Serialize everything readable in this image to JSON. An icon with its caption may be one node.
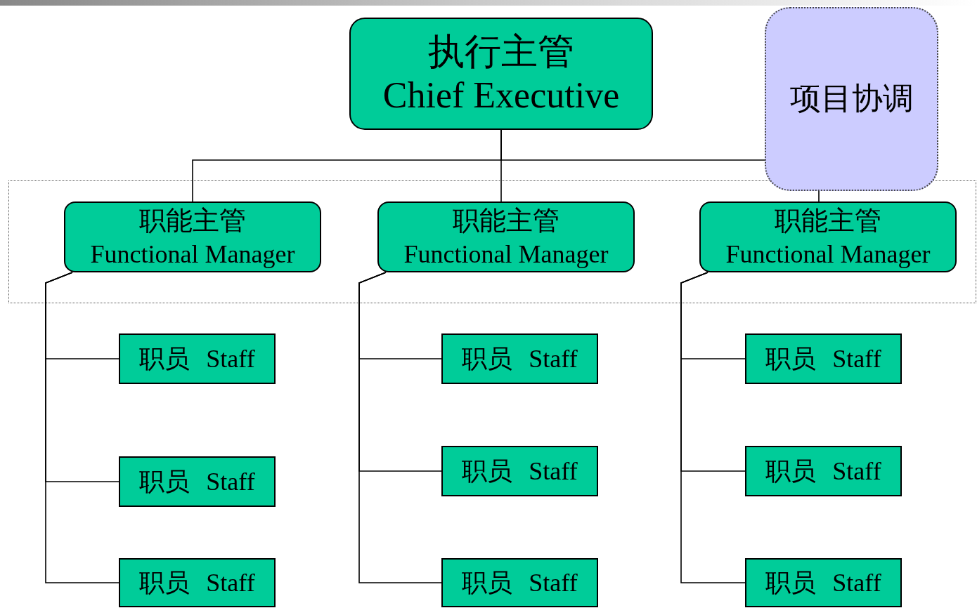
{
  "diagram": {
    "nodes": [
      {
        "text": [
          "执行主管",
          "Chief Executive"
        ]
      },
      {
        "text": [
          "项目协调"
        ]
      },
      {
        "text": [],
        "shape": "box"
      },
      {
        "text": [
          "职能主管",
          "Functional Manager"
        ],
        "in": 2
      },
      {
        "text": [
          "职能主管",
          "Functional Manager"
        ],
        "in": 2
      },
      {
        "text": [
          "职能主管",
          "Functional Manager"
        ],
        "in": 2
      },
      {
        "text": [
          "职员 Staff"
        ]
      },
      {
        "text": [
          "职员 Staff"
        ]
      },
      {
        "text": [
          "职员 Staff"
        ]
      },
      {
        "text": [
          "职员 Staff"
        ]
      },
      {
        "text": [
          "职员 Staff"
        ]
      },
      {
        "text": [
          "职员 Staff"
        ]
      },
      {
        "text": [
          "职员 Staff"
        ]
      },
      {
        "text": [
          "职员 Staff"
        ]
      },
      {
        "text": [
          "职员 Staff"
        ]
      }
    ],
    "edges": [
      {
        "from": 0,
        "to": 3,
        "arrow": "none"
      },
      {
        "from": 0,
        "to": 4,
        "arrow": "none"
      },
      {
        "from": 0,
        "to": 1,
        "arrow": "none"
      },
      {
        "from": 1,
        "to": 5,
        "arrow": "none"
      },
      {
        "from": 3,
        "to": 6,
        "arrow": "none"
      },
      {
        "from": 3,
        "to": 7,
        "arrow": "none"
      },
      {
        "from": 3,
        "to": 8,
        "arrow": "none"
      },
      {
        "from": 4,
        "to": 9,
        "arrow": "none"
      },
      {
        "from": 4,
        "to": 10,
        "arrow": "none"
      },
      {
        "from": 4,
        "to": 11,
        "arrow": "none"
      },
      {
        "from": 5,
        "to": 12,
        "arrow": "none"
      },
      {
        "from": 5,
        "to": 13,
        "arrow": "none"
      },
      {
        "from": 5,
        "to": 14,
        "arrow": "none"
      }
    ]
  }
}
